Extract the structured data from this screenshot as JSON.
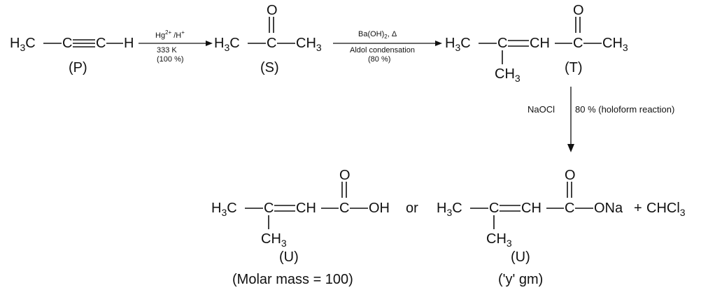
{
  "labels": {
    "P": "(P)",
    "S": "(S)",
    "T": "(T)",
    "U_acid": "(U)",
    "U_salt": "(U)"
  },
  "atoms": {
    "H": "H",
    "C": "C",
    "O": "O",
    "OH": "OH",
    "ONa": "ONa",
    "CH": "CH",
    "CH3": "CH",
    "three": "3"
  },
  "step1": {
    "reagent_hg": "Hg",
    "reagent_hg_charge": "2+",
    "reagent_sep": " /H",
    "reagent_h_charge": "+",
    "temperature": "333 K",
    "yield": "(100 %)"
  },
  "step2": {
    "reagent_ba": "Ba(OH)",
    "reagent_sub": "2",
    "reagent_heat": ", Δ",
    "name": "Aldol condensation",
    "yield": "(80 %)"
  },
  "step3": {
    "reagent": "NaOCl",
    "note": "80 % (holoform reaction)"
  },
  "connectors": {
    "or": "or",
    "plus": "+",
    "chcl3_a": "CHCl",
    "chcl3_sub": "3"
  },
  "notes": {
    "molar_mass": "(Molar  mass = 100)",
    "y_gm": "('y'  gm)"
  }
}
